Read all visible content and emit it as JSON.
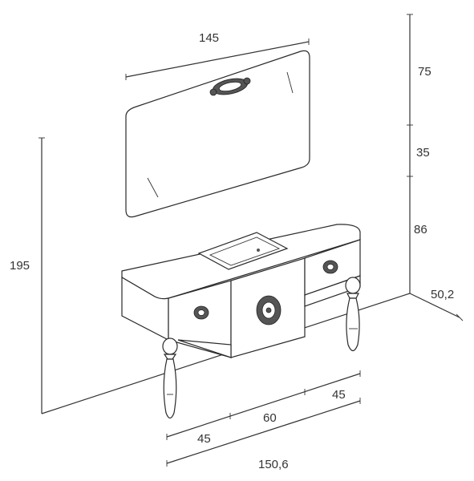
{
  "dimensions": {
    "mirror_width": "145",
    "mirror_height": "75",
    "gap_height": "35",
    "vanity_height": "86",
    "total_height": "195",
    "depth": "50,2",
    "left_drawer": "45",
    "center_module": "60",
    "right_drawer": "45",
    "total_width": "150,6"
  },
  "colors": {
    "line": "#333333",
    "ornament": "#555555"
  }
}
